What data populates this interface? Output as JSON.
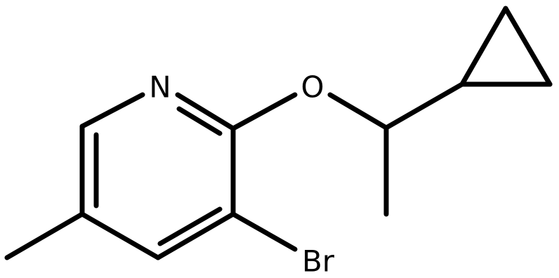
{
  "structure": {
    "atoms": {
      "nitrogen": "N",
      "oxygen": "O",
      "bromine": "Br"
    },
    "colors": {
      "bond": "#000000",
      "label": "#000000",
      "background": "#ffffff"
    }
  }
}
